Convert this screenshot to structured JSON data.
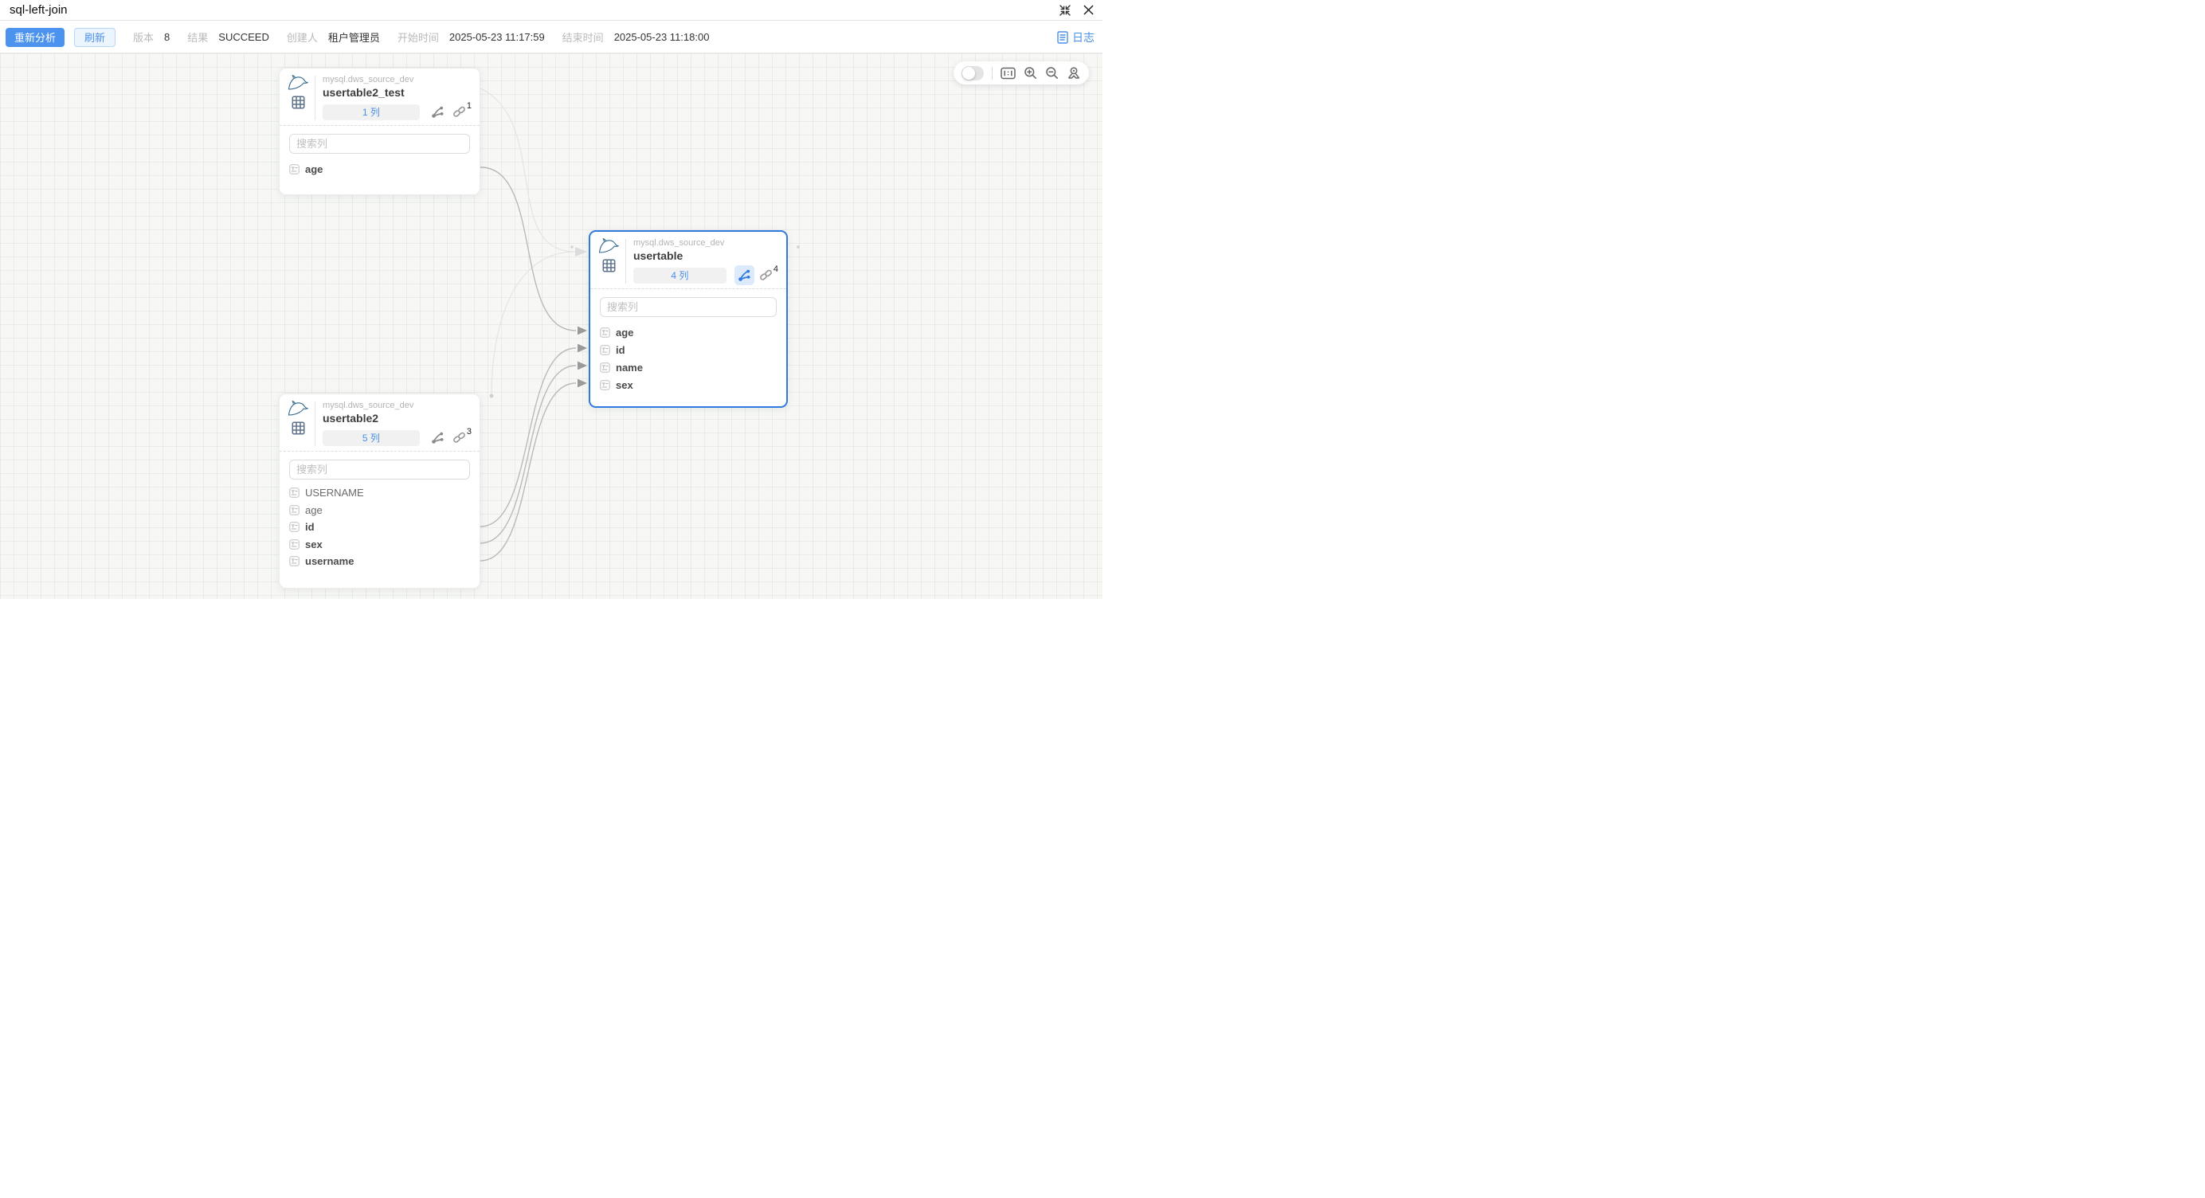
{
  "window": {
    "title": "sql-left-join",
    "icons": [
      "exit-fullscreen-icon",
      "close-icon"
    ]
  },
  "toolbar": {
    "reanalyze_label": "重新分析",
    "refresh_label": "刷新",
    "meta": [
      {
        "label": "版本",
        "value": "8"
      },
      {
        "label": "结果",
        "value": "SUCCEED"
      },
      {
        "label": "创建人",
        "value": "租户管理员"
      },
      {
        "label": "开始时间",
        "value": "2025-05-23 11:17:59"
      },
      {
        "label": "结束时间",
        "value": "2025-05-23 11:18:00"
      }
    ],
    "log_label": "日志",
    "log_icon": "document-lines-icon"
  },
  "canvas": {
    "search_placeholder": "搜索列",
    "controls": {
      "toggle_state": "off",
      "icons": [
        "one-to-one-icon",
        "zoom-in-icon",
        "zoom-out-icon",
        "locate-icon"
      ]
    },
    "nodes": [
      {
        "db": "mysql.dws_source_dev",
        "name": "usertable2_test",
        "columns_label": "1 列",
        "link_count": "1",
        "selected": false,
        "fields": [
          {
            "name": "age",
            "bold": true
          }
        ]
      },
      {
        "db": "mysql.dws_source_dev",
        "name": "usertable",
        "columns_label": "4 列",
        "link_count": "4",
        "selected": true,
        "fields": [
          {
            "name": "age",
            "bold": true
          },
          {
            "name": "id",
            "bold": true
          },
          {
            "name": "name",
            "bold": true
          },
          {
            "name": "sex",
            "bold": true
          }
        ]
      },
      {
        "db": "mysql.dws_source_dev",
        "name": "usertable2",
        "columns_label": "5 列",
        "link_count": "3",
        "selected": false,
        "fields": [
          {
            "name": "USERNAME",
            "bold": false
          },
          {
            "name": "age",
            "bold": false
          },
          {
            "name": "id",
            "bold": true
          },
          {
            "name": "sex",
            "bold": true
          },
          {
            "name": "username",
            "bold": true
          }
        ]
      }
    ],
    "edges": [
      {
        "from": "usertable2_test.age",
        "to": "usertable.age"
      },
      {
        "from": "usertable2.id",
        "to": "usertable.id"
      },
      {
        "from": "usertable2.sex",
        "to": "usertable.name"
      },
      {
        "from": "usertable2.username",
        "to": "usertable.sex"
      },
      {
        "from": "usertable2_test",
        "to": "usertable",
        "type": "table"
      },
      {
        "from": "usertable2",
        "to": "usertable",
        "type": "table"
      }
    ]
  },
  "colors": {
    "accent_blue": "#4b93ee",
    "refresh_bg": "#ecf4fe",
    "refresh_border": "#b7d6f8",
    "link_blue": "#4a90e8",
    "selected_node_border": "#3079e3",
    "edge_gray": "#b9b9b9",
    "mysql_logo": "#35688c"
  }
}
